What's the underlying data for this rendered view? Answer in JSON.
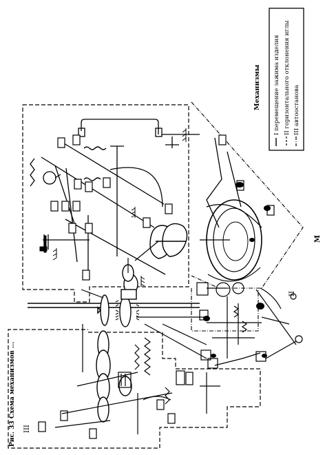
{
  "legend": {
    "title": "Механизмы",
    "items": [
      {
        "label": "I перемещение зажима изделия"
      },
      {
        "label": "II горизонтального отклонения иглы"
      },
      {
        "label": "III автоостанова"
      }
    ]
  },
  "roman": {
    "I": "I",
    "II": "II",
    "III": "III"
  },
  "caption": "Рис. 33 Схема механизмов ...",
  "bottom_mark": "М"
}
